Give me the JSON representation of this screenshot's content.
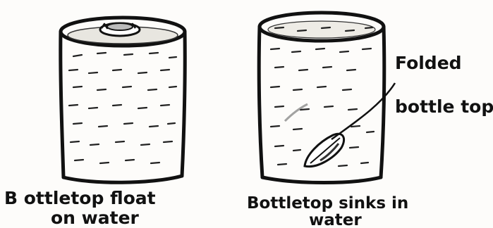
{
  "left_container": {
    "caption_line1": "B ottletop float",
    "caption_line2": "on water"
  },
  "right_container": {
    "caption_line1": "Bottletop sinks in",
    "caption_line2": "water",
    "label_line1": "Folded",
    "label_line2": "bottle top"
  }
}
